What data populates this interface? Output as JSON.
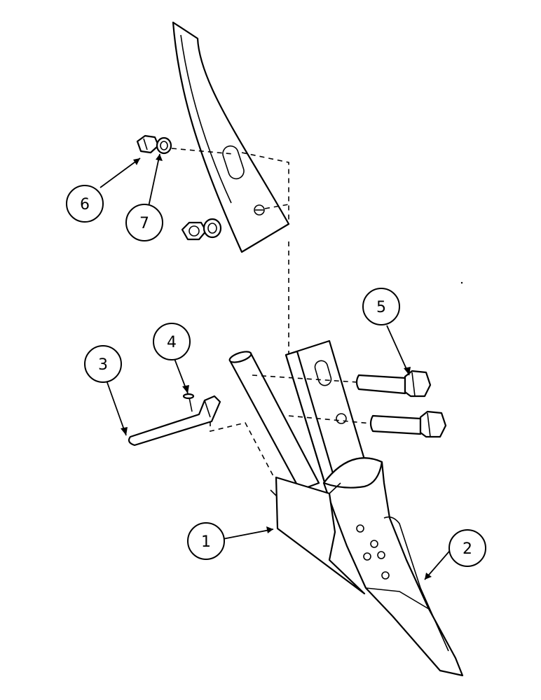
{
  "diagram": {
    "type": "exploded-parts-view",
    "callouts": [
      {
        "id": "1",
        "label": "1"
      },
      {
        "id": "2",
        "label": "2"
      },
      {
        "id": "3",
        "label": "3"
      },
      {
        "id": "4",
        "label": "4"
      },
      {
        "id": "5",
        "label": "5"
      },
      {
        "id": "6",
        "label": "6"
      },
      {
        "id": "7",
        "label": "7"
      }
    ],
    "colors": {
      "line": "#000000",
      "background": "#ffffff"
    }
  }
}
